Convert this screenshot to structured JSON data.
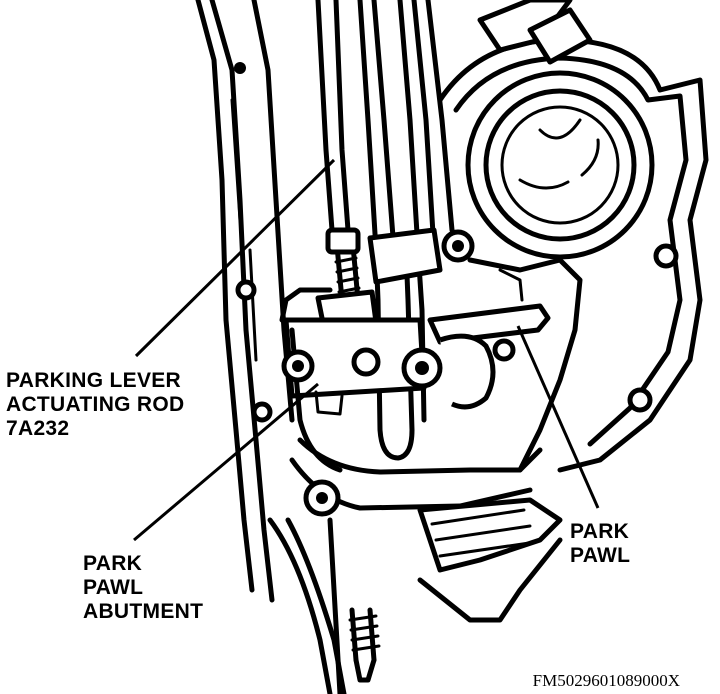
{
  "labels": {
    "rod_line1": "PARKING LEVER",
    "rod_line2": "ACTUATING ROD",
    "rod_line3": "7A232",
    "abut_line1": "PARK",
    "abut_line2": "PAWL",
    "abut_line3": "ABUTMENT",
    "pawl_line1": "PARK",
    "pawl_line2": "PAWL"
  },
  "figure_code": "FM5029601089000X",
  "colors": {
    "ink": "#000000",
    "paper": "#ffffff"
  }
}
